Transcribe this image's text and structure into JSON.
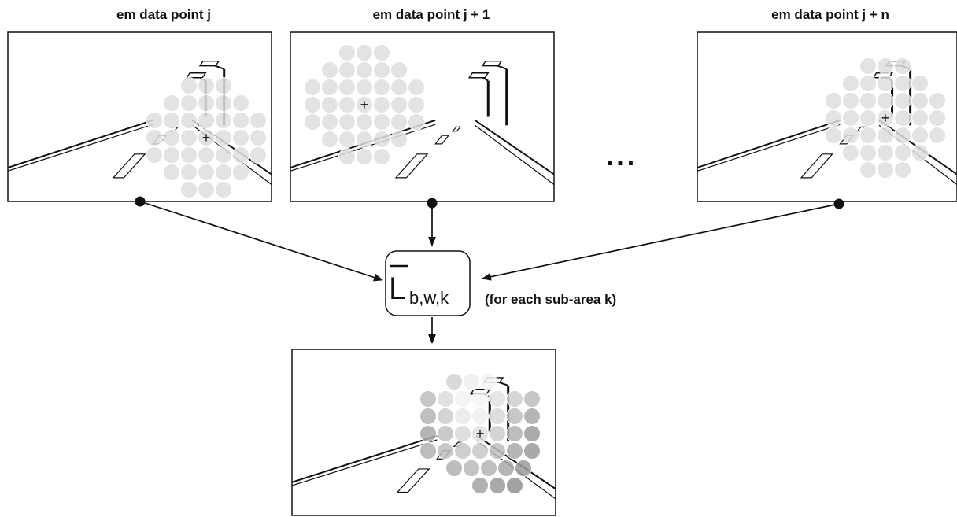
{
  "panels": [
    {
      "id": "j",
      "title": "em data point j"
    },
    {
      "id": "j1",
      "title": "em data point j + 1"
    },
    {
      "id": "jn",
      "title": "em data point j + n"
    }
  ],
  "ellipsis": "...",
  "formula": {
    "main": "L",
    "subscript": "b,w,k",
    "note": "(for each sub-area k)"
  },
  "colors": {
    "stroke": "#111111",
    "circle_light": "#dedede"
  },
  "result_grid": [
    [
      "",
      "#d2d2d2",
      "#eeeeee",
      "#f4f4f4",
      "",
      ""
    ],
    [
      "#bdbdbd",
      "#dcdcdc",
      "#f2f2f2",
      "#f6f6f6",
      "#e2e2e2",
      "#cfcfcf",
      "#bcbcbc"
    ],
    [
      "#b4b4b4",
      "#cdcdcd",
      "#eaeaea",
      "#f0f0f0",
      "#d8d8d8",
      "#bebebe",
      "#a9a9a9"
    ],
    [
      "#a8a8a8",
      "#c2c2c2",
      "#d8d8d8",
      "#e0e0e0",
      "#cccccc",
      "#b2b2b2",
      "#9b9b9b"
    ],
    [
      "#b2b2b2",
      "#c0c0c0",
      "#c6c6c6",
      "#c8c8c8",
      "#bdbdbd",
      "#a8a8a8",
      "#9a9a9a"
    ],
    [
      "",
      "#b0b0b0",
      "#b8b8b8",
      "#b4b4b4",
      "#a8a8a8",
      "#9a9a9a"
    ],
    [
      "",
      "",
      "#a2a2a2",
      "#9a9a9a",
      "#929292"
    ]
  ]
}
